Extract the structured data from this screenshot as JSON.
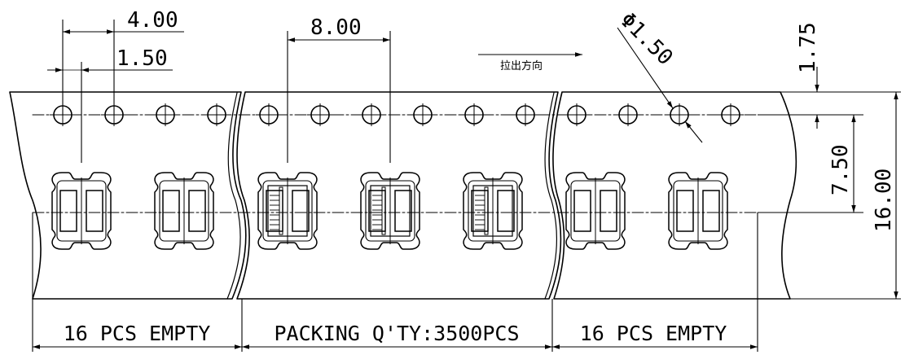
{
  "diagram": {
    "dimensions": {
      "sprocket_pitch": "4.00",
      "hole_offset": "1.50",
      "cavity_pitch": "8.00",
      "hole_diameter": "Φ1.50",
      "edge_to_hole": "1.75",
      "hole_to_center": "7.50",
      "tape_width": "16.00"
    },
    "direction_label": "拉出方向",
    "sections": {
      "leader": "16 PCS EMPTY",
      "packing": "PACKING Q'TY:3500PCS",
      "trailer": "16 PCS EMPTY"
    }
  }
}
